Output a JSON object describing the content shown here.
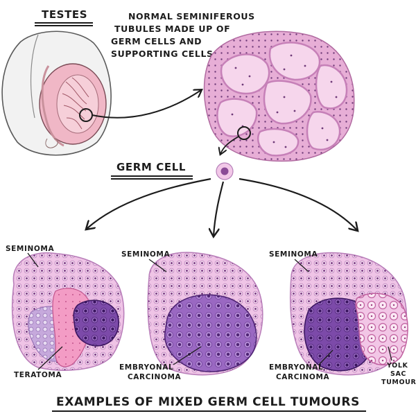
{
  "header": {
    "testes": "TESTES",
    "tubules_lines": [
      "NORMAL SEMINIFEROUS",
      "TUBULES MADE UP OF",
      "GERM CELLS AND",
      "SUPPORTING CELLS"
    ],
    "germ_cell": "GERM CELL"
  },
  "panels": [
    {
      "labels": [
        "SEMINOMA",
        "TERATOMA"
      ]
    },
    {
      "labels": [
        "SEMINOMA",
        "EMBRYONAL",
        "CARCINOMA"
      ]
    },
    {
      "labels": [
        "SEMINOMA",
        "EMBRYONAL",
        "CARCINOMA",
        "YOLK",
        "SAC",
        "TUMOUR"
      ]
    }
  ],
  "footer": {
    "title": "EXAMPLES OF MIXED GERM CELL TUMOURS"
  },
  "palette": {
    "ink": "#1c1c1c",
    "tissue_pink": "#e7aed6",
    "seminoma_pink": "#efc4e6",
    "dot_purple": "#7d3f86",
    "teratoma_pink": "#f39cc5",
    "teratoma_lilac": "#c6a9dc",
    "embryonal_purple": "#9a68c2",
    "embryonal_dark": "#5e2f86",
    "yolk_pink": "#e9a6d8",
    "testis_pink": "#f0b7c6"
  }
}
